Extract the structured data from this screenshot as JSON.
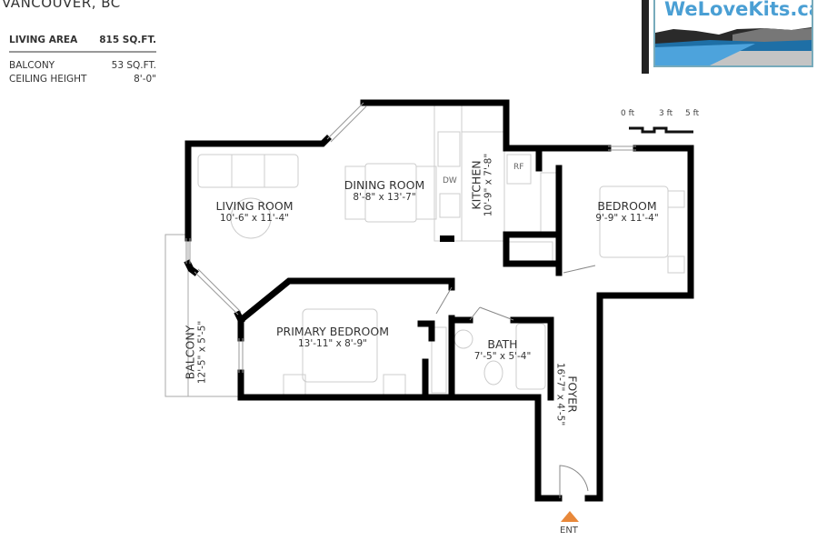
{
  "header": {
    "city": "VANCOUVER, BC",
    "specs": [
      {
        "label": "LIVING AREA",
        "value": "815 SQ.FT."
      },
      {
        "label": "BALCONY",
        "value": "53 SQ.FT."
      },
      {
        "label": "CEILING HEIGHT",
        "value": "8'-0\""
      }
    ]
  },
  "logo": {
    "text": "WeLoveKits.ca",
    "color": "#4a9fd4"
  },
  "scale_bar": {
    "labels": [
      "0 ft",
      "3 ft",
      "5 ft"
    ]
  },
  "rooms": {
    "living": {
      "name": "LIVING ROOM",
      "dims": "10'-6\" x 11'-4\""
    },
    "dining": {
      "name": "DINING ROOM",
      "dims": "8'-8\" x 13'-7\""
    },
    "kitchen": {
      "name": "KITCHEN",
      "dims": "10'-9\" x 7'-8\""
    },
    "bedroom": {
      "name": "BEDROOM",
      "dims": "9'-9\" x 11'-4\""
    },
    "primary": {
      "name": "PRIMARY BEDROOM",
      "dims": "13'-11\" x 8'-9\""
    },
    "bath": {
      "name": "BATH",
      "dims": "7'-5\" x 5'-4\""
    },
    "foyer": {
      "name": "FOYER",
      "dims": "16'-7\" x 4'-5\""
    },
    "balcony": {
      "name": "BALCONY",
      "dims": "12'-5\" x 5'-5\""
    }
  },
  "appliances": {
    "refrigerator": "RF",
    "dishwasher": "DW"
  },
  "entrance": {
    "label": "ENT",
    "color": "#e8883a"
  },
  "wall_color": "#000000"
}
